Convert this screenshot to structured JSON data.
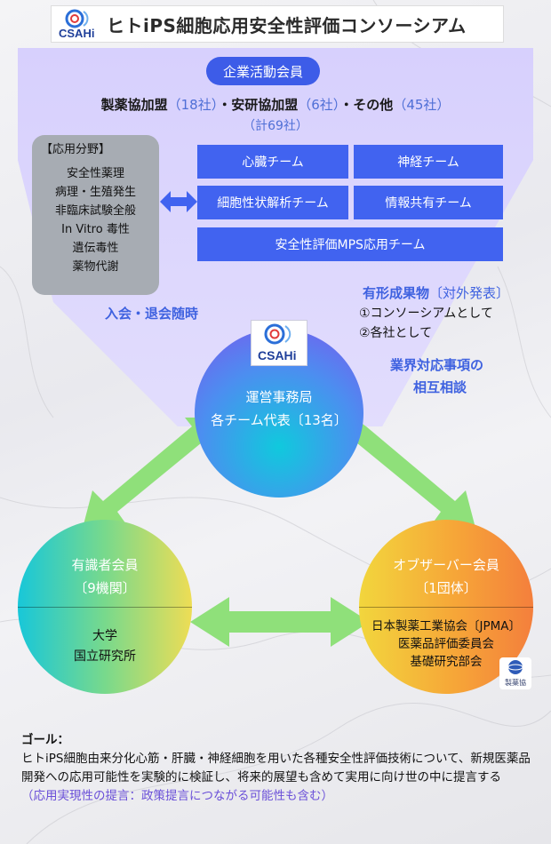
{
  "title": "ヒトiPS細胞応用安全性評価コンソーシアム",
  "logo_text": "CSAHi",
  "corporate_pill": "企業活動会員",
  "members": {
    "jpma": "製薬協加盟",
    "jpma_count": "（18社）",
    "sep1": "・",
    "anken": "安研協加盟",
    "anken_count": "（6社）",
    "sep2": "・",
    "other": "その他",
    "other_count": "（45社）",
    "total": "（計69社）"
  },
  "application": {
    "header": "【応用分野】",
    "items": [
      "安全性薬理",
      "病理・生殖発生",
      "非臨床試験全般",
      "In Vitro 毒性",
      "遺伝毒性",
      "薬物代謝"
    ]
  },
  "teams": [
    "心臓チーム",
    "神経チーム",
    "細胞性状解析チーム",
    "情報共有チーム",
    "安全性評価MPS応用チーム"
  ],
  "join_leave": "入会・退会随時",
  "deliverables": {
    "title": "有形成果物",
    "title_suffix": "〔対外発表〕",
    "items": [
      "①コンソーシアムとして",
      "②各社として"
    ]
  },
  "industry": [
    "業界対応事項の",
    "相互相談"
  ],
  "center": {
    "line1": "運営事務局",
    "line2": "各チーム代表〔13名〕"
  },
  "left": {
    "line1": "有識者会員",
    "line2": "〔9機関〕",
    "line3": "大学",
    "line4": "国立研究所"
  },
  "right": {
    "line1": "オブザーバー会員",
    "line2": "〔1団体〕",
    "line3": "日本製薬工業協会〔JPMA〕",
    "line4": "医薬品評価委員会",
    "line5": "基礎研究部会",
    "logo_label": "製薬協"
  },
  "goal": {
    "title": "ゴール：",
    "body": "ヒトiPS細胞由来分化心筋・肝臓・神経細胞を用いた各種安全性評価技術について、新規医薬品開発への応用可能性を実験的に検証し、将来的展望も含めて実用に向け世の中に提言する",
    "note": "（応用実現性の提言：政策提言につながる可能性も含む）"
  },
  "colors": {
    "team_blue": "#4163f0",
    "funnel": "#dcd6fb",
    "arrow": "#8fe07a",
    "label_blue": "#3f62e0"
  }
}
